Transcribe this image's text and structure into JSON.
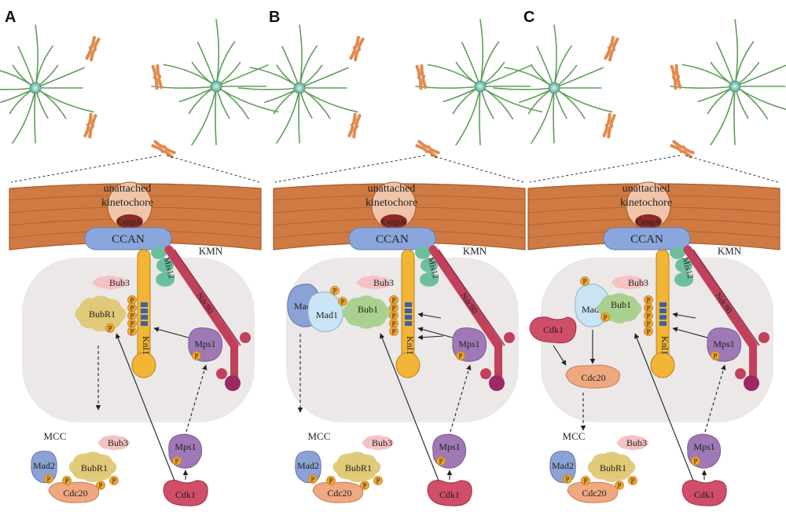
{
  "panels": [
    {
      "letter": "A",
      "kinetochore_label": [
        "unattached",
        "kinetochore"
      ],
      "cenpa": "CenpA",
      "ccan": "CCAN",
      "kmn": "KMN",
      "proteins": {
        "bub3": "Bub3",
        "bubr1": "BubR1",
        "knl1": "Knl1",
        "mis12": "Mis12",
        "ndc80": "Ndc80",
        "mps1": "Mps1",
        "mps1_free": "Mps1",
        "cdk1": "Cdk1",
        "p": "P"
      },
      "mcc": {
        "label": "MCC",
        "bub3": "Bub3",
        "mad2": "Mad2",
        "bubr1": "BubR1",
        "cdc20": "Cdc20"
      }
    },
    {
      "letter": "B",
      "kinetochore_label": [
        "unattached",
        "kinetochore"
      ],
      "cenpa": "CenpA",
      "ccan": "CCAN",
      "kmn": "KMN",
      "proteins": {
        "bub3": "Bub3",
        "bub1": "Bub1",
        "mad1": "Mad1",
        "mad2": "Mad2",
        "knl1": "Knl1",
        "mis12": "Mis12",
        "ndc80": "Ndc80",
        "mps1": "Mps1",
        "mps1_free": "Mps1",
        "cdk1": "Cdk1",
        "p": "P"
      },
      "mcc": {
        "label": "MCC",
        "bub3": "Bub3",
        "mad2": "Mad2",
        "bubr1": "BubR1",
        "cdc20": "Cdc20"
      }
    },
    {
      "letter": "C",
      "kinetochore_label": [
        "unattached",
        "kinetochore"
      ],
      "cenpa": "CenpA",
      "ccan": "CCAN",
      "kmn": "KMN",
      "proteins": {
        "bub3": "Bub3",
        "bub1": "Bub1",
        "mad1": "Mad1",
        "cdk1_left": "Cdk1",
        "cdc20": "Cdc20",
        "knl1": "Knl1",
        "mis12": "Mis12",
        "ndc80": "Ndc80",
        "mps1": "Mps1",
        "mps1_free": "Mps1",
        "cdk1": "Cdk1",
        "p": "P"
      },
      "mcc": {
        "label": "MCC",
        "bub3": "Bub3",
        "mad2": "Mad2",
        "bubr1": "BubR1",
        "cdc20": "Cdc20"
      }
    }
  ],
  "colors": {
    "microtubule": "#5e9e58",
    "centrosome": "#6fb9a8",
    "chromosome": "#e0894e",
    "kinetochore_band": "#cf7a43",
    "ccan": "#8aa6dc",
    "bub3": "#f4c1c4",
    "bubr1": "#dfc877",
    "bub1": "#a9d08e",
    "mad1": "#c9e4f4",
    "mad2": "#8ba2d6",
    "knl1": "#f2b535",
    "mis12": "#6cbf9e",
    "ndc80": "#c2415a",
    "mps1": "#9e79b6",
    "cdk1": "#d04e67",
    "cdc20": "#f0a880",
    "phospho": "#f2a62f",
    "region": "#ece8e8"
  }
}
